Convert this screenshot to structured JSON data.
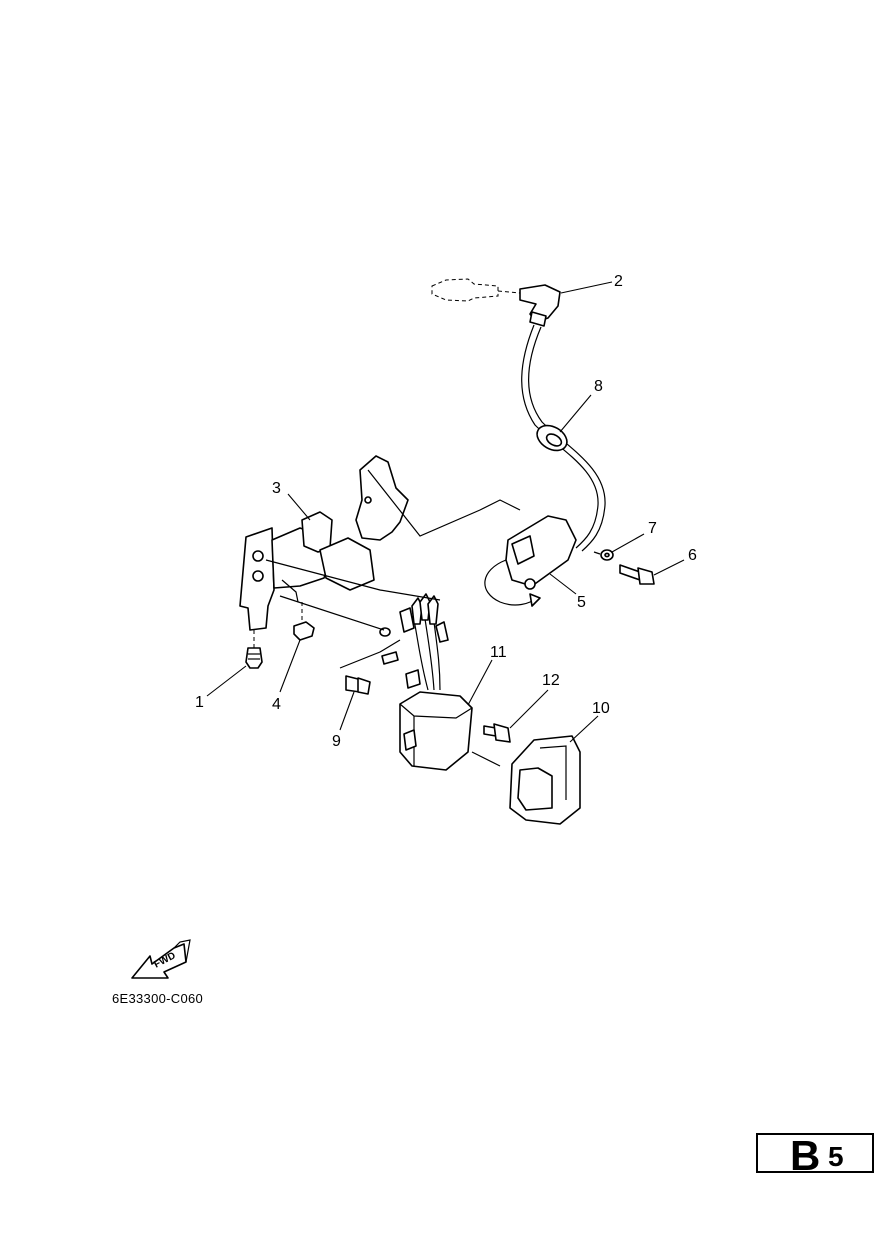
{
  "diagram": {
    "callouts": [
      {
        "id": "c1",
        "label": "1"
      },
      {
        "id": "c2",
        "label": "2"
      },
      {
        "id": "c3",
        "label": "3"
      },
      {
        "id": "c4",
        "label": "4"
      },
      {
        "id": "c5",
        "label": "5"
      },
      {
        "id": "c6",
        "label": "6"
      },
      {
        "id": "c7",
        "label": "7"
      },
      {
        "id": "c8",
        "label": "8"
      },
      {
        "id": "c9",
        "label": "9"
      },
      {
        "id": "c10",
        "label": "10"
      },
      {
        "id": "c11",
        "label": "11"
      },
      {
        "id": "c12",
        "label": "12"
      }
    ],
    "fwd_label": "FWD",
    "drawing_code": "6E33300-C060"
  },
  "page_tab": {
    "letter": "B",
    "number": "5"
  }
}
